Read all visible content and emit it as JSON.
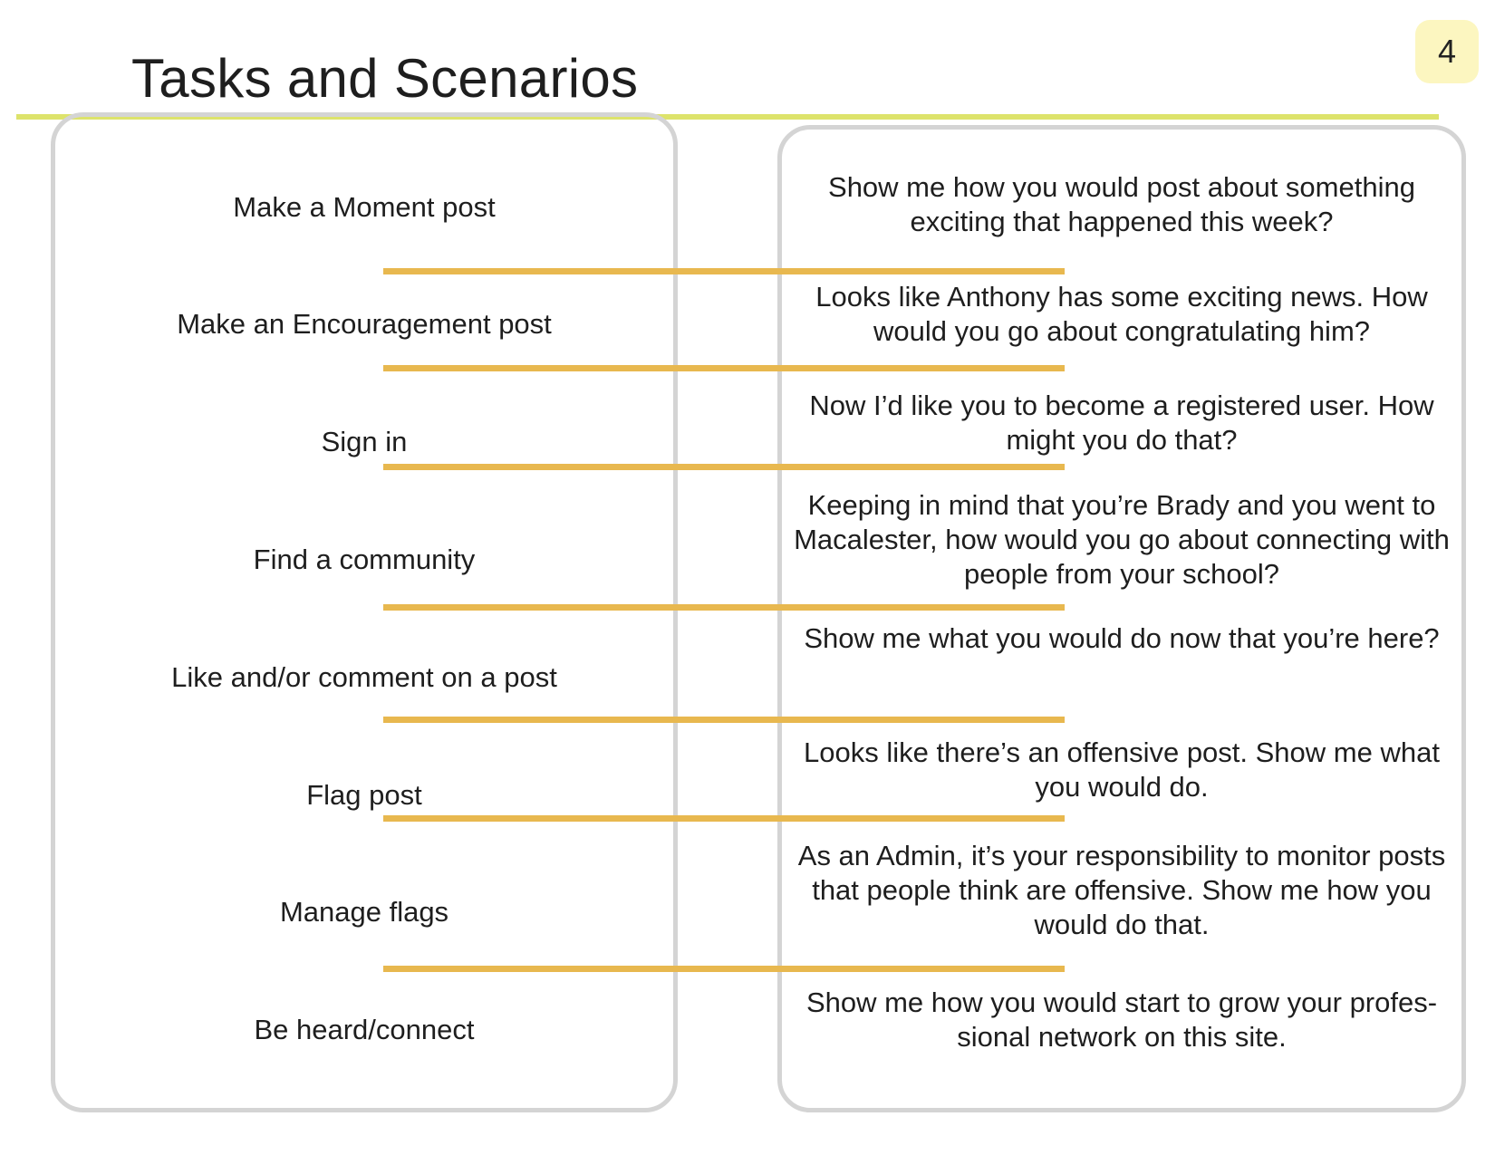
{
  "header": {
    "title": "Tasks and Scenarios",
    "page_number": "4"
  },
  "colors": {
    "title_rule": "#dde36b",
    "connector": "#e8b84f",
    "panel_border": "#d4d4d4",
    "page_badge": "#fcf6c0"
  },
  "rows": [
    {
      "task": "Make a Moment post",
      "scenario": "Show me how you would post about something exciting that happened this week?"
    },
    {
      "task": "Make an Encouragement post",
      "scenario": "Looks like Anthony has some exciting news. How would you go about congratulating him?"
    },
    {
      "task": "Sign in",
      "scenario": "Now I’d like you to become a registered user. How might you do that?"
    },
    {
      "task": "Find a community",
      "scenario": "Keeping in mind that you’re Brady and you went to Macalester, how would you go about connecting with people from your school?"
    },
    {
      "task": "Like and/or comment on a post",
      "scenario": "Show me what you would do now that you’re here?"
    },
    {
      "task": "Flag post",
      "scenario": "Looks like there’s an offensive post. Show me what you would do."
    },
    {
      "task": "Manage flags",
      "scenario": "As an Admin, it’s your responsibility to monitor posts that people think are offensive. Show me how you would do that."
    },
    {
      "task": "Be heard/connect",
      "scenario": "Show me how you would start to grow your profes- sional network on this site."
    }
  ]
}
